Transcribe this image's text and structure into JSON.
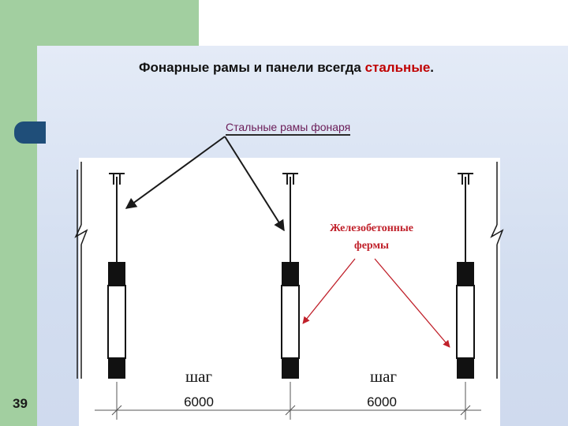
{
  "slide": {
    "title_main": "Фонарные рамы и панели всегда ",
    "title_accent": "стальные",
    "title_end": ".",
    "page_number": "39"
  },
  "diagram": {
    "label_steel_frames": "Стальные рамы фонаря",
    "label_rc_trusses_line1": "Железобетонные",
    "label_rc_trusses_line2": "фермы",
    "step_label": "шаг",
    "step_value": "6000"
  },
  "colors": {
    "green_band": "#a2cfa0",
    "panel": "#d9e2f3",
    "accent_red": "#c00000",
    "label_purple": "#6a1b57",
    "arrow_red": "#c0202a"
  }
}
